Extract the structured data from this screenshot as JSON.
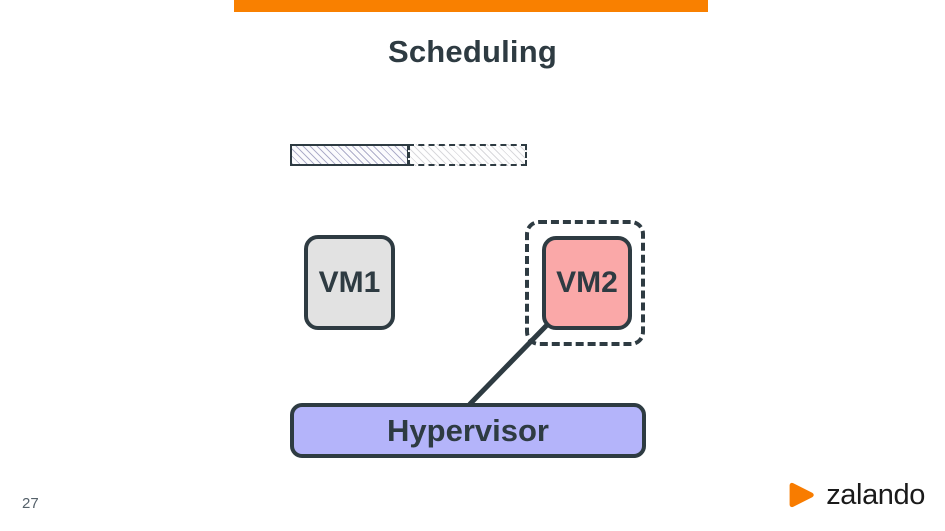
{
  "slide": {
    "title": "Scheduling",
    "page_number": "27",
    "accent_color": "#f98000",
    "ink_color": "#2e3b42",
    "background_color": "#ffffff"
  },
  "diagram": {
    "type": "architecture",
    "timeline": {
      "name": "cpu-time-slice-bar",
      "used_label": "",
      "remaining_label": "",
      "used_fill_pattern": "diagonal-hatch",
      "used_border_style": "solid",
      "remaining_fill_pattern": "diagonal-hatch",
      "remaining_border_style": "dashed",
      "used_fraction": 0.5,
      "remaining_fraction": 0.5
    },
    "nodes": [
      {
        "id": "vm1",
        "label": "VM1",
        "fill": "#e2e2e2",
        "border_style": "solid",
        "highlighted": false
      },
      {
        "id": "vm2",
        "label": "VM2",
        "fill": "#faa8a8",
        "border_style": "solid",
        "highlighted": true,
        "selection_border_style": "dashed"
      },
      {
        "id": "hypervisor",
        "label": "Hypervisor",
        "fill": "#b4b4fa",
        "border_style": "solid",
        "highlighted": false
      }
    ],
    "edges": [
      {
        "id": "hypervisor-to-vm2",
        "from": "hypervisor",
        "to": "vm2",
        "style": "solid"
      }
    ]
  },
  "brand": {
    "name": "zalando",
    "mark": "play-triangle-icon",
    "mark_color": "#f87c00"
  }
}
